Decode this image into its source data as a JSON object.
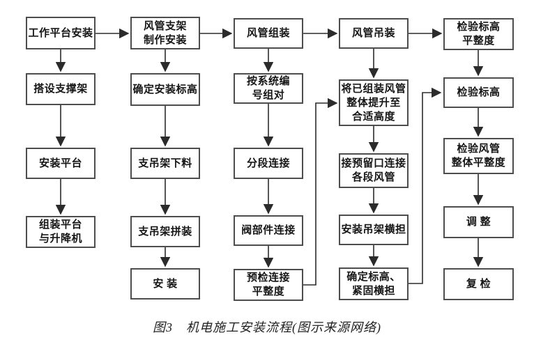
{
  "diagram": {
    "caption": "图3　机电施工安装流程(图示来源网络)",
    "accent_colors": {
      "box_border": "#4d4d4d",
      "line": "#2b2b2b",
      "text": "#161616",
      "background": "#ffffff"
    },
    "columns": [
      {
        "name": "work-platform",
        "nodes": [
          {
            "label": "工作平台安装"
          },
          {
            "label": "搭设支撑架"
          },
          {
            "label": "安装平台"
          },
          {
            "label": "组装平台\n与升降机"
          }
        ]
      },
      {
        "name": "duct-support",
        "nodes": [
          {
            "label": "风管支架\n制作安装"
          },
          {
            "label": "确定安装标高"
          },
          {
            "label": "支吊架下料"
          },
          {
            "label": "支吊架拼装"
          },
          {
            "label": "安 装"
          }
        ]
      },
      {
        "name": "duct-assembly",
        "nodes": [
          {
            "label": "风管组装"
          },
          {
            "label": "按系统编\n号组对"
          },
          {
            "label": "分段连接"
          },
          {
            "label": "阀部件连接"
          },
          {
            "label": "预检连接\n平整度"
          }
        ]
      },
      {
        "name": "duct-hoisting",
        "nodes": [
          {
            "label": "风管吊装"
          },
          {
            "label": "将已组装风管\n整体提升至\n合适高度"
          },
          {
            "label": "接预留口连接\n各段风管"
          },
          {
            "label": "安装吊架横担"
          },
          {
            "label": "确定标高、\n紧固横担"
          }
        ]
      },
      {
        "name": "inspection",
        "nodes": [
          {
            "label": "检验标高\n平整度"
          },
          {
            "label": "检验标高"
          },
          {
            "label": "检验风管\n整体平整度"
          },
          {
            "label": "调 整"
          },
          {
            "label": "复 检"
          }
        ]
      }
    ]
  }
}
